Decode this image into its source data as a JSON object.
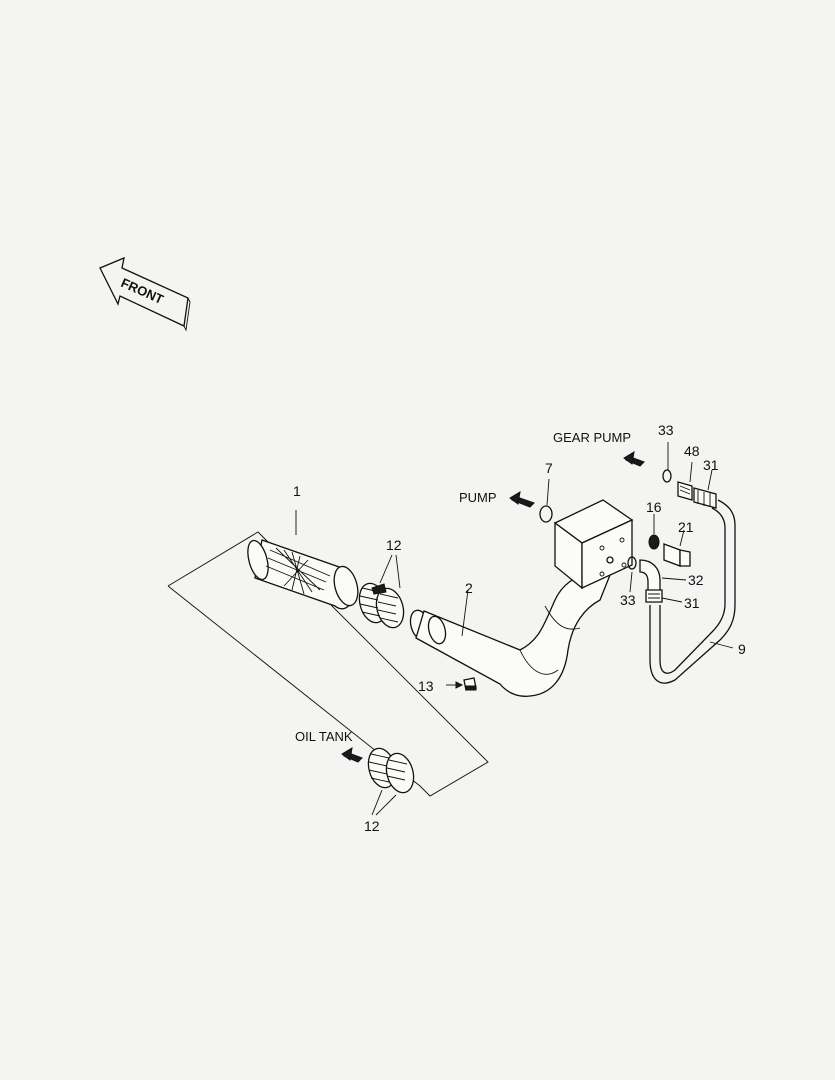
{
  "front": "FRONT",
  "labels": {
    "gear_pump": "GEAR PUMP",
    "pump": "PUMP",
    "oil_tank": "OIL TANK"
  },
  "callouts": {
    "c1": "1",
    "c12_top": "12",
    "c2": "2",
    "c13": "13",
    "c7": "7",
    "c16": "16",
    "c21": "21",
    "c33_top": "33",
    "c48": "48",
    "c31_top": "31",
    "c32": "32",
    "c33_mid": "33",
    "c31_mid": "31",
    "c9": "9",
    "c12_bottom": "12"
  }
}
